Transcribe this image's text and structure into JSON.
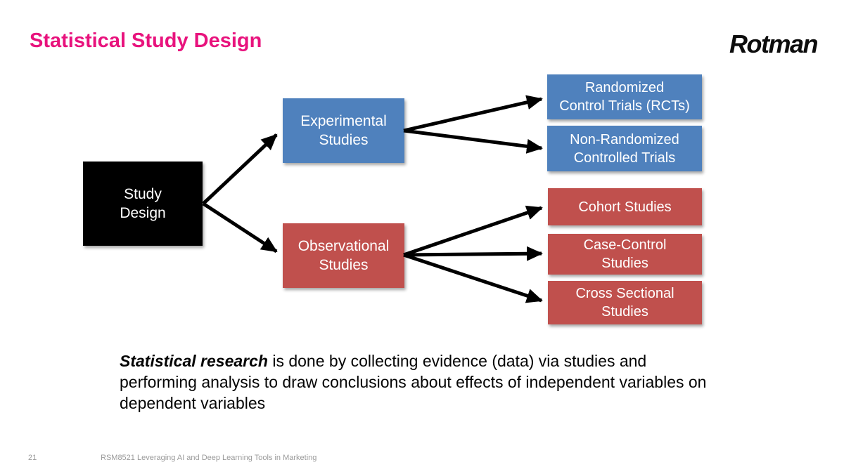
{
  "slide": {
    "title": "Statistical Study Design",
    "logo": "Rotman",
    "body": {
      "lead": "Statistical research",
      "rest": " is done by collecting evidence (data) via studies and performing analysis to draw conclusions about effects of independent variables on dependent variables"
    },
    "footer": {
      "page_number": "21",
      "course": "RSM8521 Leveraging AI and Deep Learning Tools in Marketing"
    }
  },
  "diagram": {
    "root": {
      "label": "Study\nDesign",
      "color": "#000000"
    },
    "level2": [
      {
        "label": "Experimental\nStudies",
        "color": "#4F81BD"
      },
      {
        "label": "Observational\nStudies",
        "color": "#C0504D"
      }
    ],
    "level3": [
      {
        "label": "Randomized\nControl Trials (RCTs)",
        "color": "#4F81BD",
        "parent": "Experimental Studies"
      },
      {
        "label": "Non-Randomized\nControlled Trials",
        "color": "#4F81BD",
        "parent": "Experimental Studies"
      },
      {
        "label": "Cohort Studies",
        "color": "#C0504D",
        "parent": "Observational Studies"
      },
      {
        "label": "Case-Control\nStudies",
        "color": "#C0504D",
        "parent": "Observational Studies"
      },
      {
        "label": "Cross Sectional\nStudies",
        "color": "#C0504D",
        "parent": "Observational Studies"
      }
    ]
  },
  "colors": {
    "background": "#FFFFFF",
    "title_pink": "#E8137D",
    "box_blue": "#4F81BD",
    "box_red": "#C0504D",
    "box_black": "#000000",
    "box_text": "#FFFFFF",
    "arrow_black": "#000000",
    "footer_gray": "#9A9A9A"
  }
}
